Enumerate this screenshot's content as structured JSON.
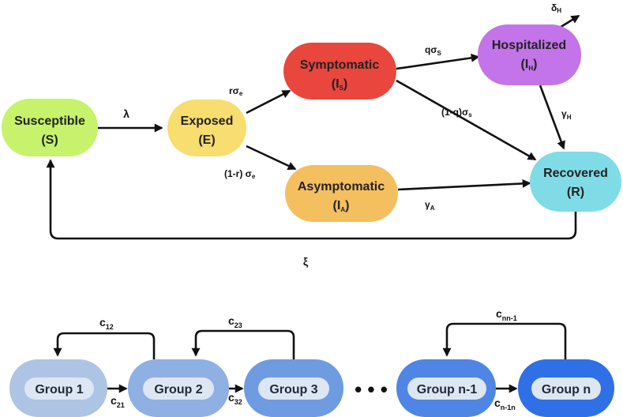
{
  "model": {
    "nodes": {
      "susceptible": {
        "title": "Susceptible",
        "symbol": "(S)",
        "color": "#c6f36b"
      },
      "exposed": {
        "title": "Exposed",
        "symbol": "(E)",
        "color": "#f8dd6f"
      },
      "symptomatic": {
        "title": "Symptomatic",
        "symbol_main": "(I",
        "symbol_sub": "S",
        "symbol_close": ")",
        "color": "#e9463d"
      },
      "asymptomatic": {
        "title": "Asymptomatic",
        "symbol_main": "(I",
        "symbol_sub": "A",
        "symbol_close": ")",
        "color": "#f4bf5f"
      },
      "hospitalized": {
        "title": "Hospitalized",
        "symbol_main": "(I",
        "symbol_sub": "H",
        "symbol_close": ")",
        "color": "#c274e8"
      },
      "recovered": {
        "title": "Recovered",
        "symbol": "(R)",
        "color": "#7fdce6"
      }
    },
    "edges": {
      "infection": {
        "main": "λ"
      },
      "exposed_to_symptomatic": {
        "main": "rσ",
        "sub": "e"
      },
      "exposed_to_asymptomatic": {
        "main": "(1-r) σ",
        "sub": "e"
      },
      "symptomatic_to_hospitalized": {
        "main": "qσ",
        "sub": "S"
      },
      "symptomatic_to_recovered": {
        "main": "(1-q)σ",
        "sub": "s"
      },
      "hospital_death": {
        "main": "δ",
        "sub": "H"
      },
      "hospitalized_to_recovered": {
        "main": "γ",
        "sub": "H"
      },
      "asymptomatic_to_recovered": {
        "main": "γ",
        "sub": "A"
      },
      "waning_immunity": {
        "main": "ξ"
      }
    }
  },
  "groups": {
    "items": [
      {
        "label": "Group 1"
      },
      {
        "label": "Group 2"
      },
      {
        "label": "Group 3"
      },
      {
        "label": "Group n-1"
      },
      {
        "label": "Group n"
      }
    ],
    "ellipsis": "• • •",
    "colors": {
      "outer": [
        "#aec4e5",
        "#8fb0e2",
        "#6f9be0",
        "#4f85e4",
        "#2f70e6"
      ],
      "inner": "#dde6f3"
    },
    "coefficients": {
      "c12": {
        "main": "c",
        "sub": "12"
      },
      "c21": {
        "main": "c",
        "sub": "21"
      },
      "c23": {
        "main": "c",
        "sub": "23"
      },
      "c32": {
        "main": "c",
        "sub": "32"
      },
      "cnn1": {
        "main": "c",
        "sub": "nn-1"
      },
      "cn1n": {
        "main": "c",
        "sub": "n-1n"
      }
    }
  }
}
